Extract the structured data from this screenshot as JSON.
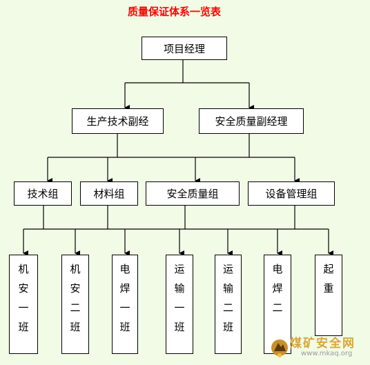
{
  "title": "质量保证体系一览表",
  "colors": {
    "title": "#ff0000",
    "background": "#f1fbe6",
    "box": "#ffffff",
    "line": "#000000",
    "watermark": "#d9a63a"
  },
  "nodes": {
    "pm": "项目经理",
    "tech_dep": "生产技术副经",
    "safety_dep": "安全质量副经理",
    "tech_group": "技术组",
    "material_group": "材料组",
    "safety_group": "安全质量组",
    "equipment_group": "设备管理组"
  },
  "teams": [
    "机安一班",
    "机安二班",
    "电焊一班",
    "运输一班",
    "运输二班",
    "电焊二",
    "起重"
  ],
  "watermark": {
    "text": "煤矿安全网",
    "url": "www.mkaq.org"
  }
}
